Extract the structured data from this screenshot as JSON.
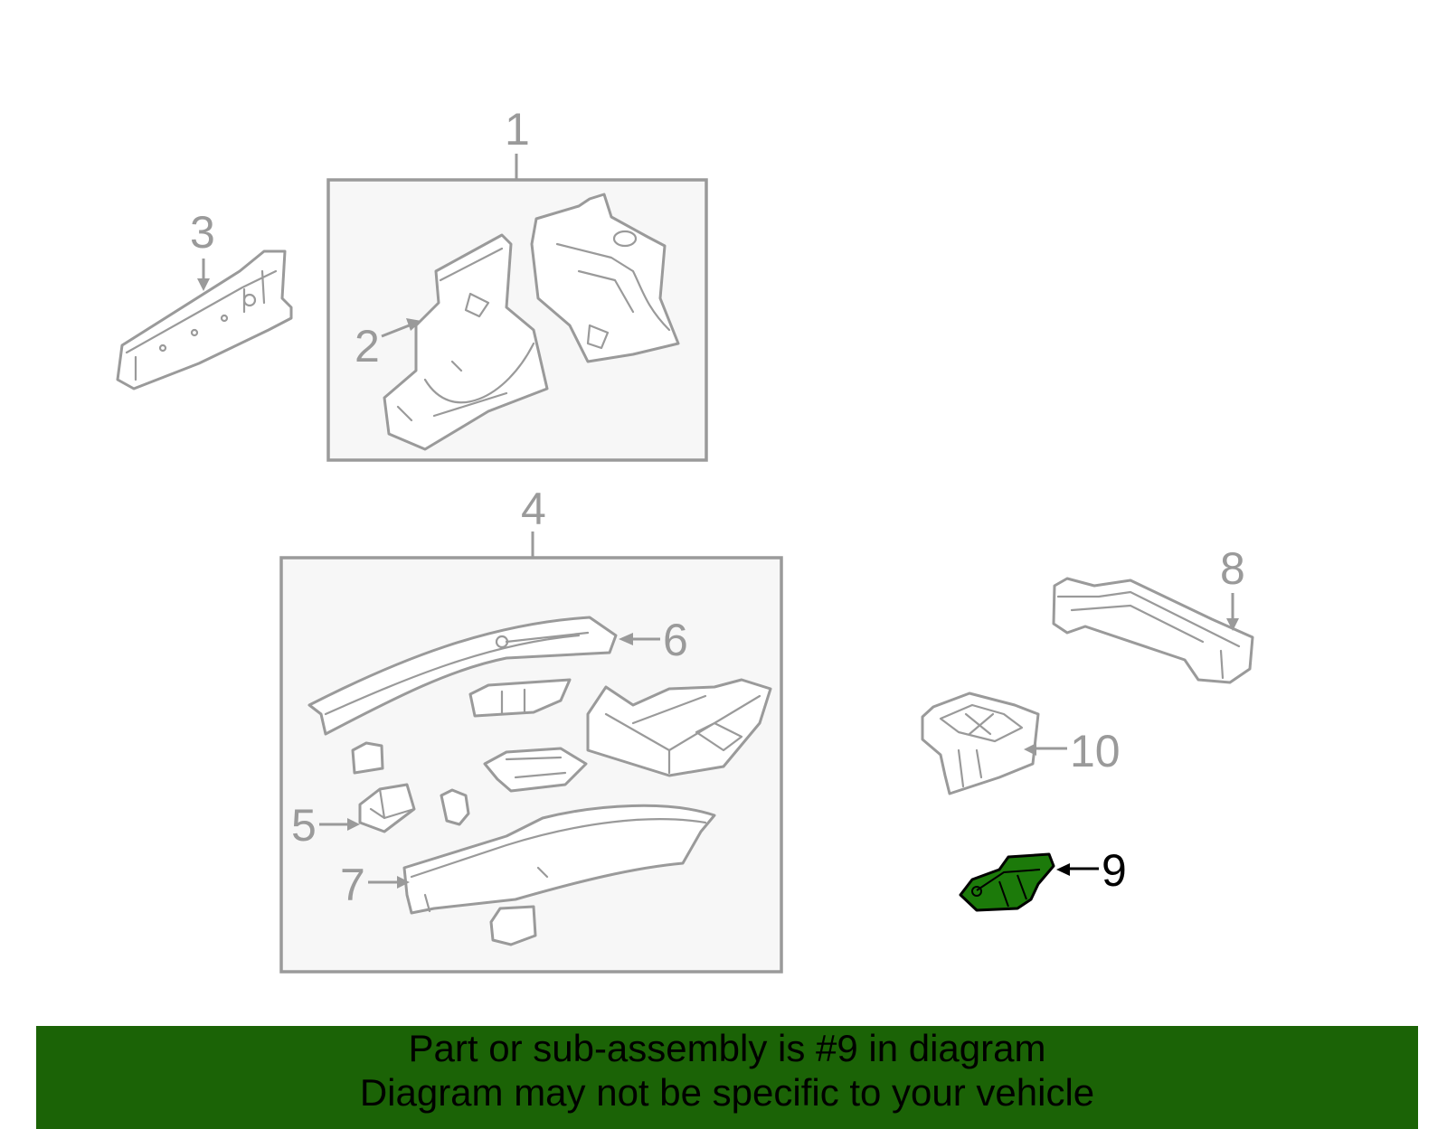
{
  "callouts": {
    "c1": "1",
    "c2": "2",
    "c3": "3",
    "c4": "4",
    "c5": "5",
    "c6": "6",
    "c7": "7",
    "c8": "8",
    "c9": "9",
    "c10": "10"
  },
  "banner": {
    "line1": "Part or sub-assembly is #9 in diagram",
    "line2": "Diagram may not be specific to your vehicle"
  },
  "colors": {
    "highlight": "#1c7a0a",
    "banner": "#1b6306",
    "line": "#9a9a9a"
  }
}
